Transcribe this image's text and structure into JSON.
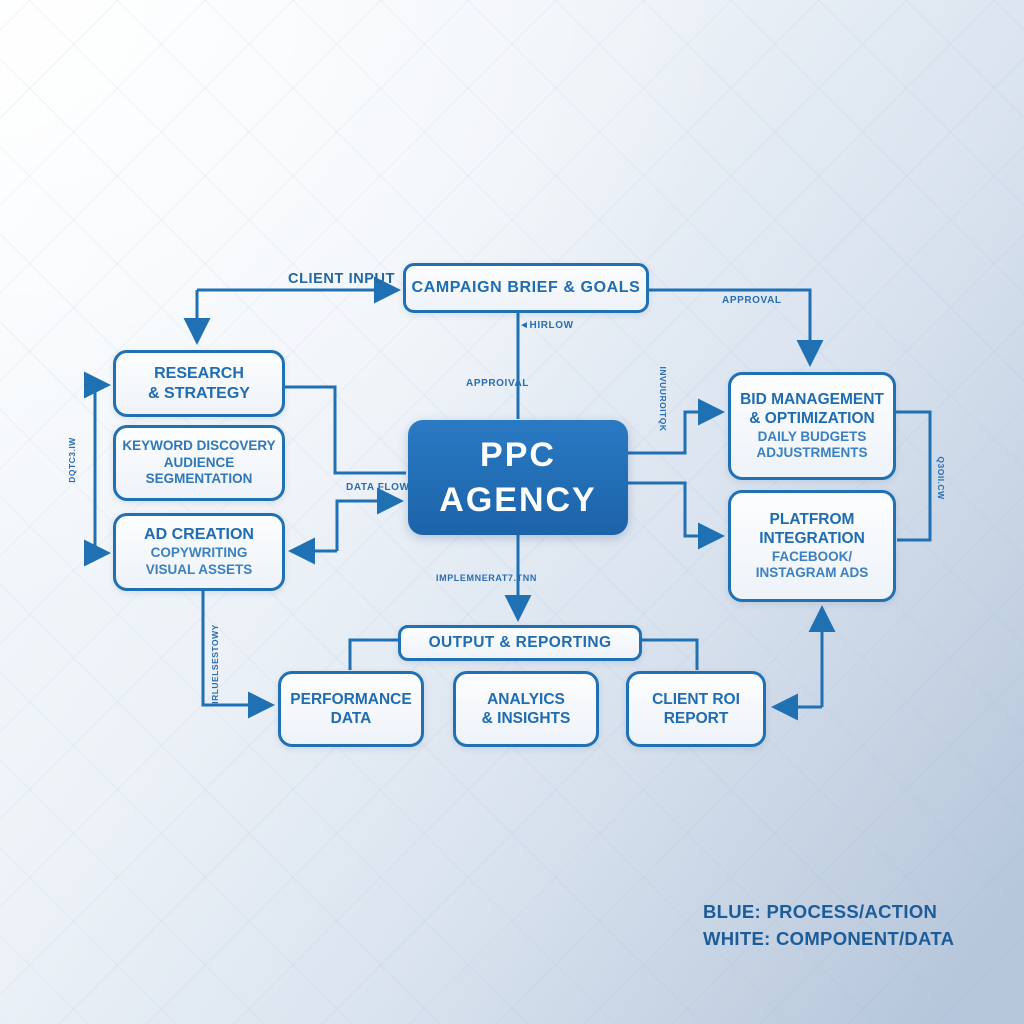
{
  "colors": {
    "line_blue": "#2070b4",
    "node_border": "#2070b4",
    "node_fill": "#f3f7fb",
    "title_text": "#1f6cb0",
    "sub_text": "#3b80c0",
    "ppc_fill": "#1e6cb5",
    "ppc_text": "#ffffff",
    "edge_label_text": "#2a6db1",
    "legend_text": "#1c5c99",
    "background_top_left": "#f8fbfd",
    "background_bottom_right": "#b7c7db"
  },
  "nodes": {
    "campaign": {
      "title": "CAMPAIGN BRIEF & GOALS"
    },
    "research": {
      "line1": "RESEARCH",
      "line2": "& STRATEGY"
    },
    "keyword": {
      "line1": "KEYWORD DISCOVERY",
      "line2": "AUDIENCE",
      "line3": "SEGMENTATION"
    },
    "ad_creation": {
      "title": "AD CREATION",
      "sub1": "COPYWRITING",
      "sub2": "VISUAL ASSETS"
    },
    "ppc": {
      "line1": "PPC",
      "line2": "AGENCY"
    },
    "bid": {
      "title1": "BID MANAGEMENT",
      "title2": "& OPTIMIZATION",
      "sub1": "DAILY BUDGETS",
      "sub2": "ADJUSTRMENTS"
    },
    "platform": {
      "title1": "PLATFROM",
      "title2": "INTEGRATION",
      "sub1": "FACEBOOK/",
      "sub2": "INSTAGRAM ADS"
    },
    "output": {
      "title": "OUTPUT & REPORTING"
    },
    "performance": {
      "line1": "PERFORMANCE",
      "line2": "DATA"
    },
    "analytics": {
      "line1": "ANALYICS",
      "line2": "& INSIGHTS"
    },
    "client_roi": {
      "line1": "CLIENT ROI",
      "line2": "REPORT"
    }
  },
  "edge_labels": {
    "client_input": "CLIENT INPUT",
    "approval": "APPROVAL",
    "flow": "◄HIRLOW",
    "approival": "APPROIVAL",
    "data_flow": "DATA FLOW",
    "implementation": "IMPLEMNERAT7.TNN",
    "vertical_left": "DQTC3.IW",
    "vertical_mid": "INVUUROITQK",
    "vertical_right": "Q3OII.CW",
    "vertical_bottom_left": "IRLUELSESTOWY"
  },
  "legend": {
    "line1": "BLUE: PROCESS/ACTION",
    "line2": "WHITE: COMPONENT/DATA"
  }
}
